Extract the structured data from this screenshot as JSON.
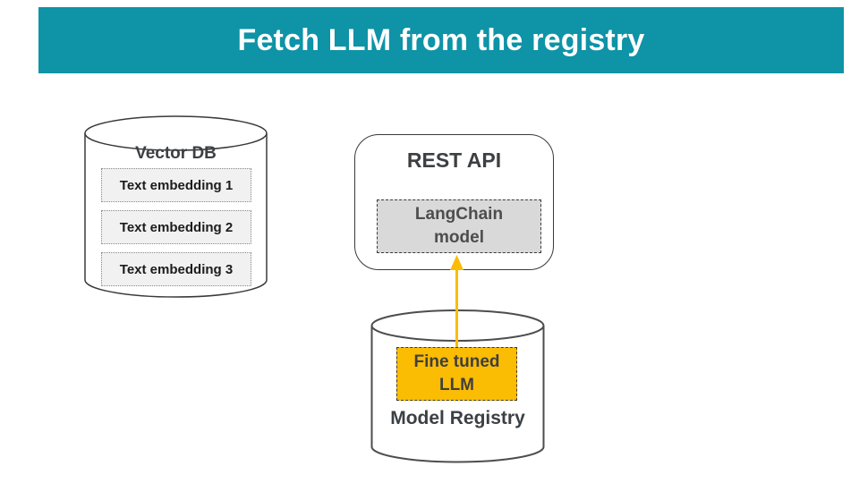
{
  "slide": {
    "title": "Fetch LLM from the registry"
  },
  "colors": {
    "banner_bg": "#0e93a7",
    "title_text": "#ffffff",
    "accent_yellow": "#fbbc04",
    "arrow": "#fbbc04",
    "langchain_fill": "#d9d9d9",
    "embedding_fill": "#f1f1f1",
    "text_dark": "#3c4043"
  },
  "vector_db": {
    "label": "Vector DB",
    "items": [
      "Text embedding 1",
      "Text embedding 2",
      "Text embedding 3"
    ]
  },
  "rest_api": {
    "label": "REST API",
    "model_box": "LangChain\nmodel"
  },
  "model_registry": {
    "label": "Model Registry",
    "model_box": "Fine tuned\nLLM"
  }
}
